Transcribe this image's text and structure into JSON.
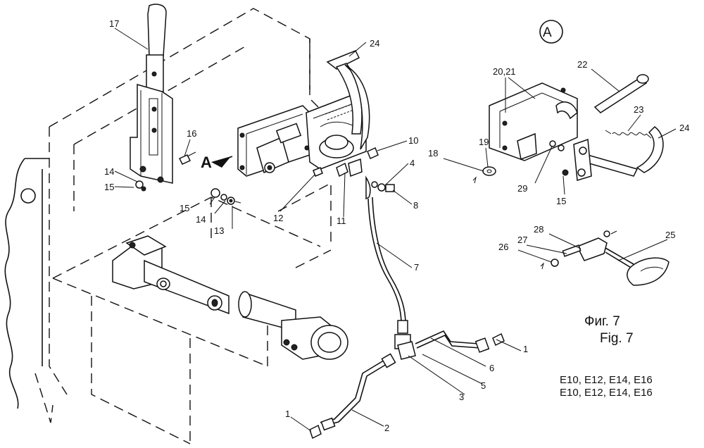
{
  "callouts": {
    "c1a": "1",
    "c1b": "1",
    "c2": "2",
    "c3": "3",
    "c4": "4",
    "c5": "5",
    "c6": "6",
    "c7": "7",
    "c8": "8",
    "c10": "10",
    "c11": "11",
    "c12": "12",
    "c13": "13",
    "c14a": "14",
    "c14b": "14",
    "c15a": "15",
    "c15b": "15",
    "c15c": "15",
    "c16": "16",
    "c17": "17",
    "c18": "18",
    "c19": "19",
    "c2021": "20,21",
    "c22": "22",
    "c23": "23",
    "c24a": "24",
    "c24b": "24",
    "c25": "25",
    "c26": "26",
    "c27": "27",
    "c28": "28",
    "c29": "29"
  },
  "view_marker": {
    "arrow_label": "A",
    "detail_circle_label": "A"
  },
  "caption": {
    "ru": "Фиг. 7",
    "en": "Fig. 7"
  },
  "models": {
    "line1": "E10, E12, E14, E16",
    "line2": "E10, E12, E14, E16"
  }
}
